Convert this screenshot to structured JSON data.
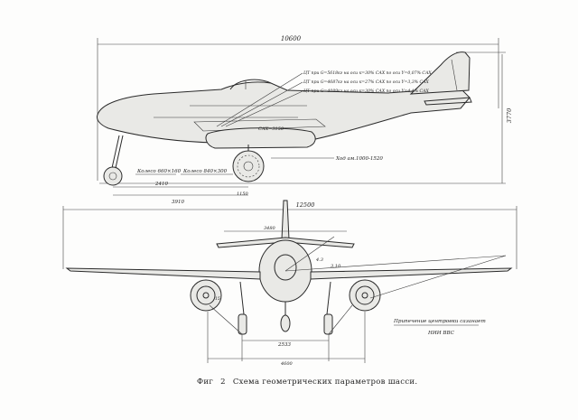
{
  "side_view": {
    "overall_length": "10600",
    "height": "3770",
    "cg_note_1": "ЦТ при G=5618кг на оси к=30% САХ по оси Y=0,07% САХ",
    "cg_note_2": "ЦТ при G=4687кг на оси к=27% САХ по оси Y=3,3% САХ",
    "cg_note_3": "ЦТ при G=4089кг на оси к=30% САХ по оси Y=4,4% САХ",
    "mac_label": "САХ=3150",
    "wheel_nose": "Колесо 660×160",
    "wheel_main": "Колесо 840×300",
    "dim_2410": "2410",
    "dim_3910": "3910",
    "dim_1150": "1150",
    "stroke_note": "Ход ам.1000-1520"
  },
  "front_view": {
    "span": "12500",
    "tail_span": "3480",
    "angle": "4.3",
    "angle_right": "3.10",
    "wheel_track": "2533",
    "base_width": "4600",
    "angle_small": "15",
    "note_line1": "Припечение центровки сазанает",
    "note_line2": "НИИ ВВС"
  },
  "caption": {
    "fig": "Фиг",
    "num": "2",
    "text": "Схема геометрических параметров шасси."
  }
}
